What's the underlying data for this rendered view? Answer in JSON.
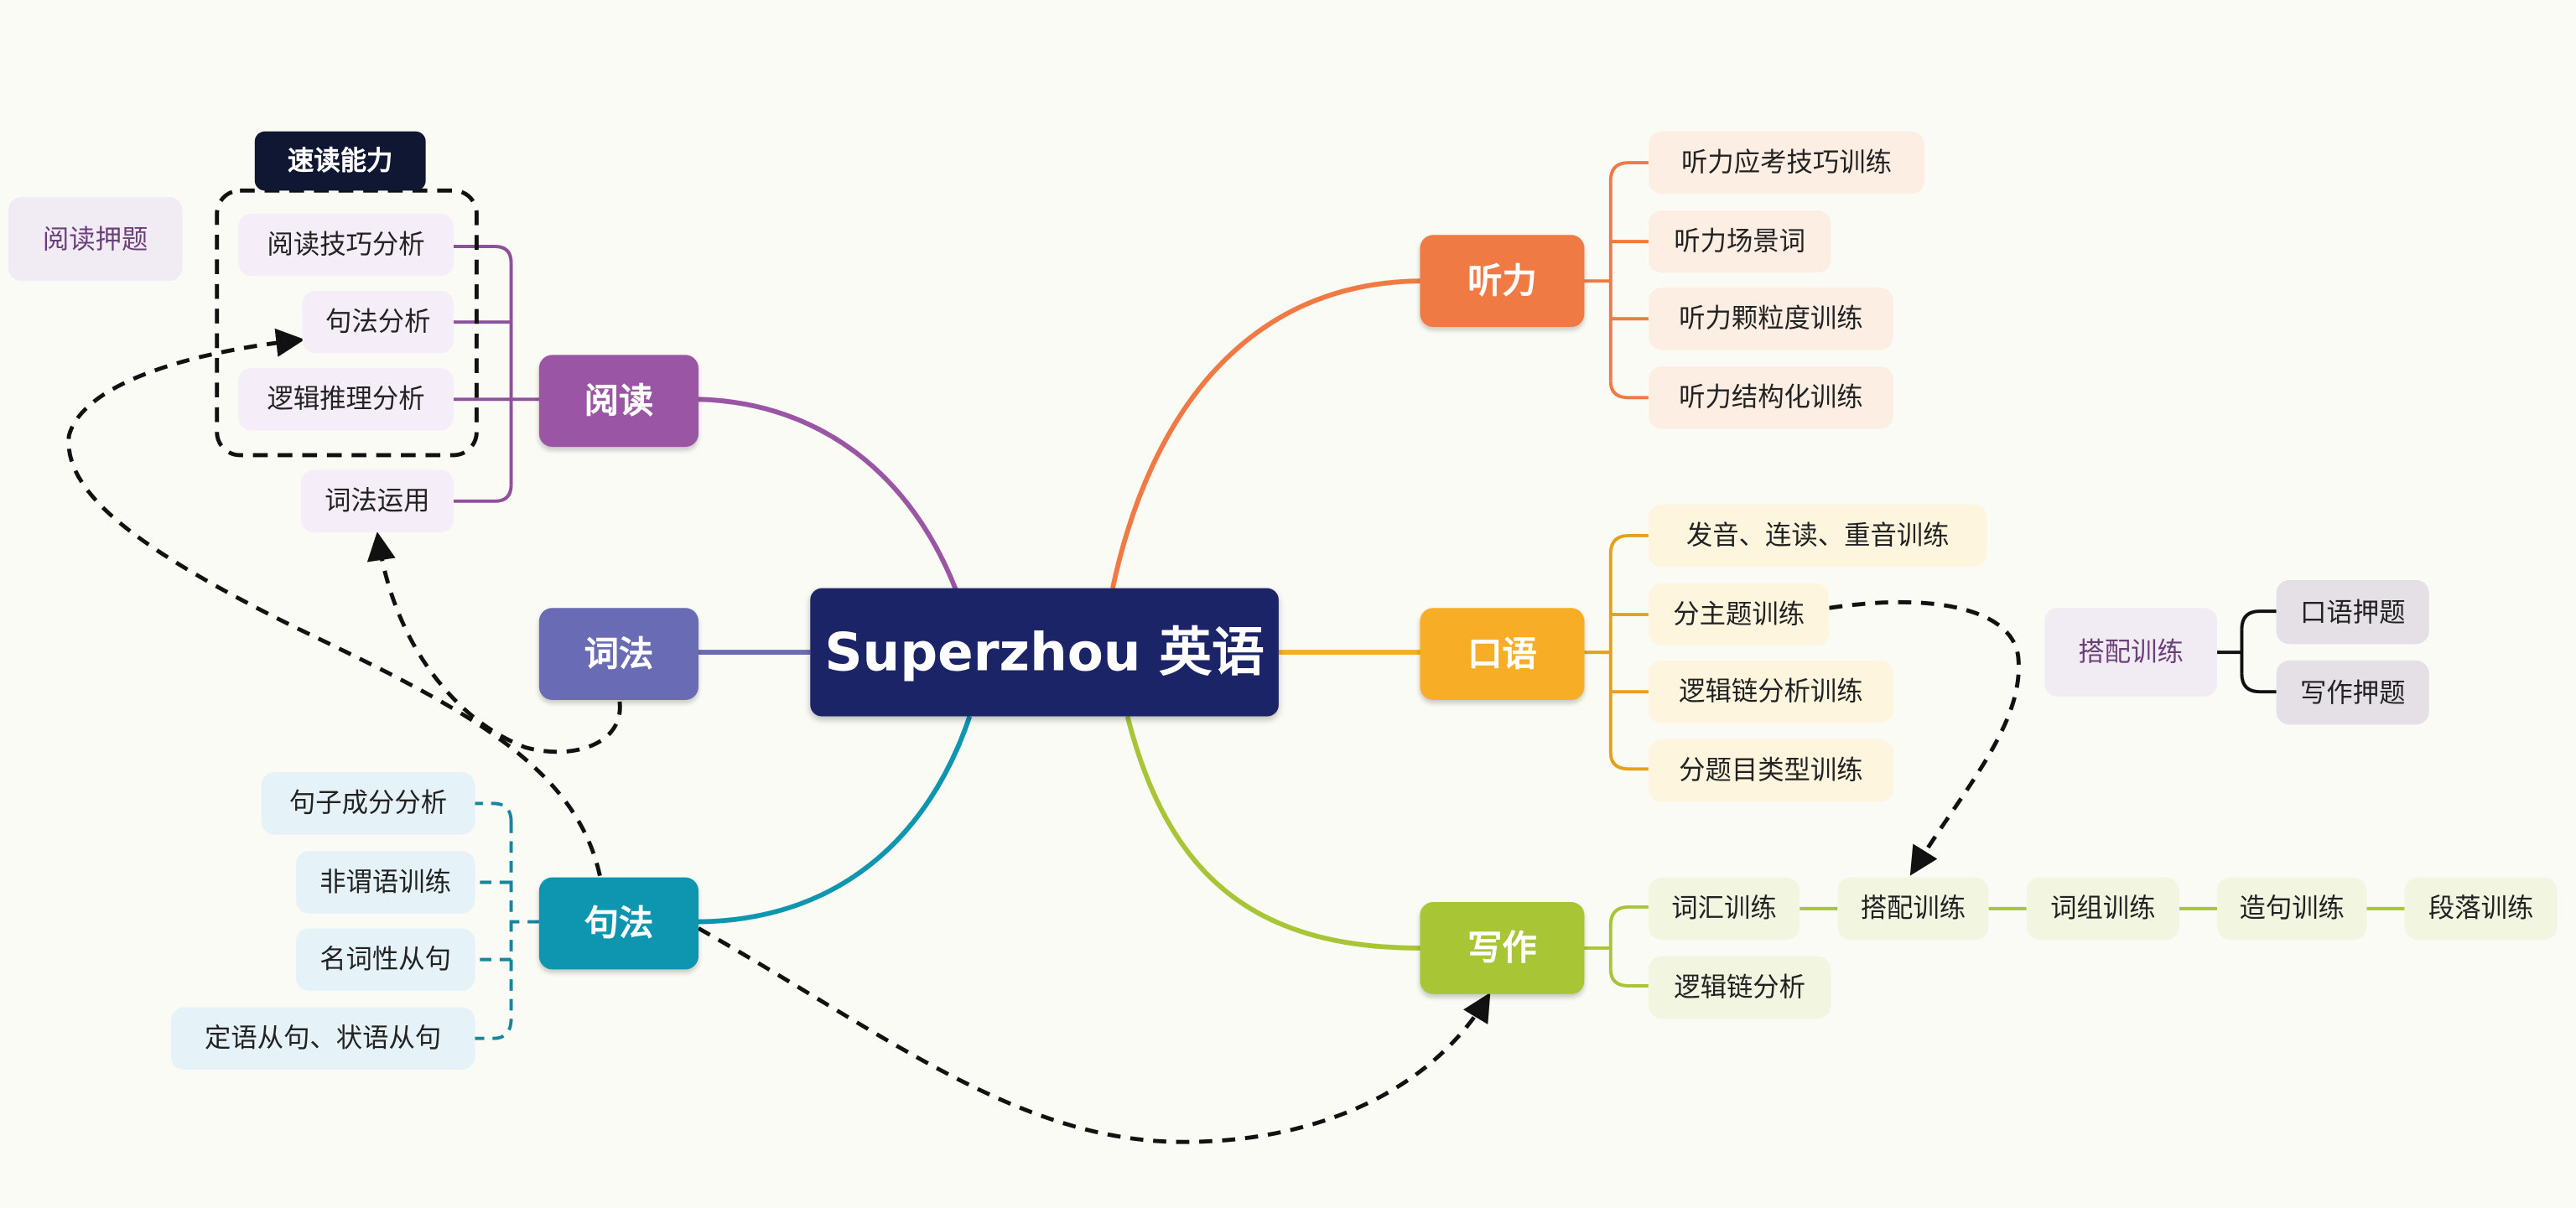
{
  "center": "Superzhou 英语",
  "colors": {
    "center": "#1a2466",
    "reading": "#9b55a5",
    "lexis": "#6a6bb5",
    "syntax": "#0e95b0",
    "listening": "#f07a44",
    "speaking": "#f7ad25",
    "writing": "#a7c535"
  },
  "branches": {
    "reading": {
      "label": "阅读",
      "group_tag": "速读能力",
      "group_items": [
        "阅读技巧分析",
        "句法分析",
        "逻辑推理分析"
      ],
      "extra_item": "词法运用",
      "predict": "阅读押题"
    },
    "lexis": {
      "label": "词法"
    },
    "syntax": {
      "label": "句法",
      "items": [
        "句子成分分析",
        "非谓语训练",
        "名词性从句",
        "定语从句、状语从句"
      ]
    },
    "listening": {
      "label": "听力",
      "items": [
        "听力应考技巧训练",
        "听力场景词",
        "听力颗粒度训练",
        "听力结构化训练"
      ]
    },
    "speaking": {
      "label": "口语",
      "items": [
        "发音、连读、重音训练",
        "分主题训练",
        "逻辑链分析训练",
        "分题目类型训练"
      ],
      "collocation": "搭配训练",
      "predict": [
        "口语押题",
        "写作押题"
      ]
    },
    "writing": {
      "label": "写作",
      "chain": [
        "词汇训练",
        "搭配训练",
        "词组训练",
        "造句训练",
        "段落训练"
      ],
      "extra": "逻辑链分析"
    }
  }
}
